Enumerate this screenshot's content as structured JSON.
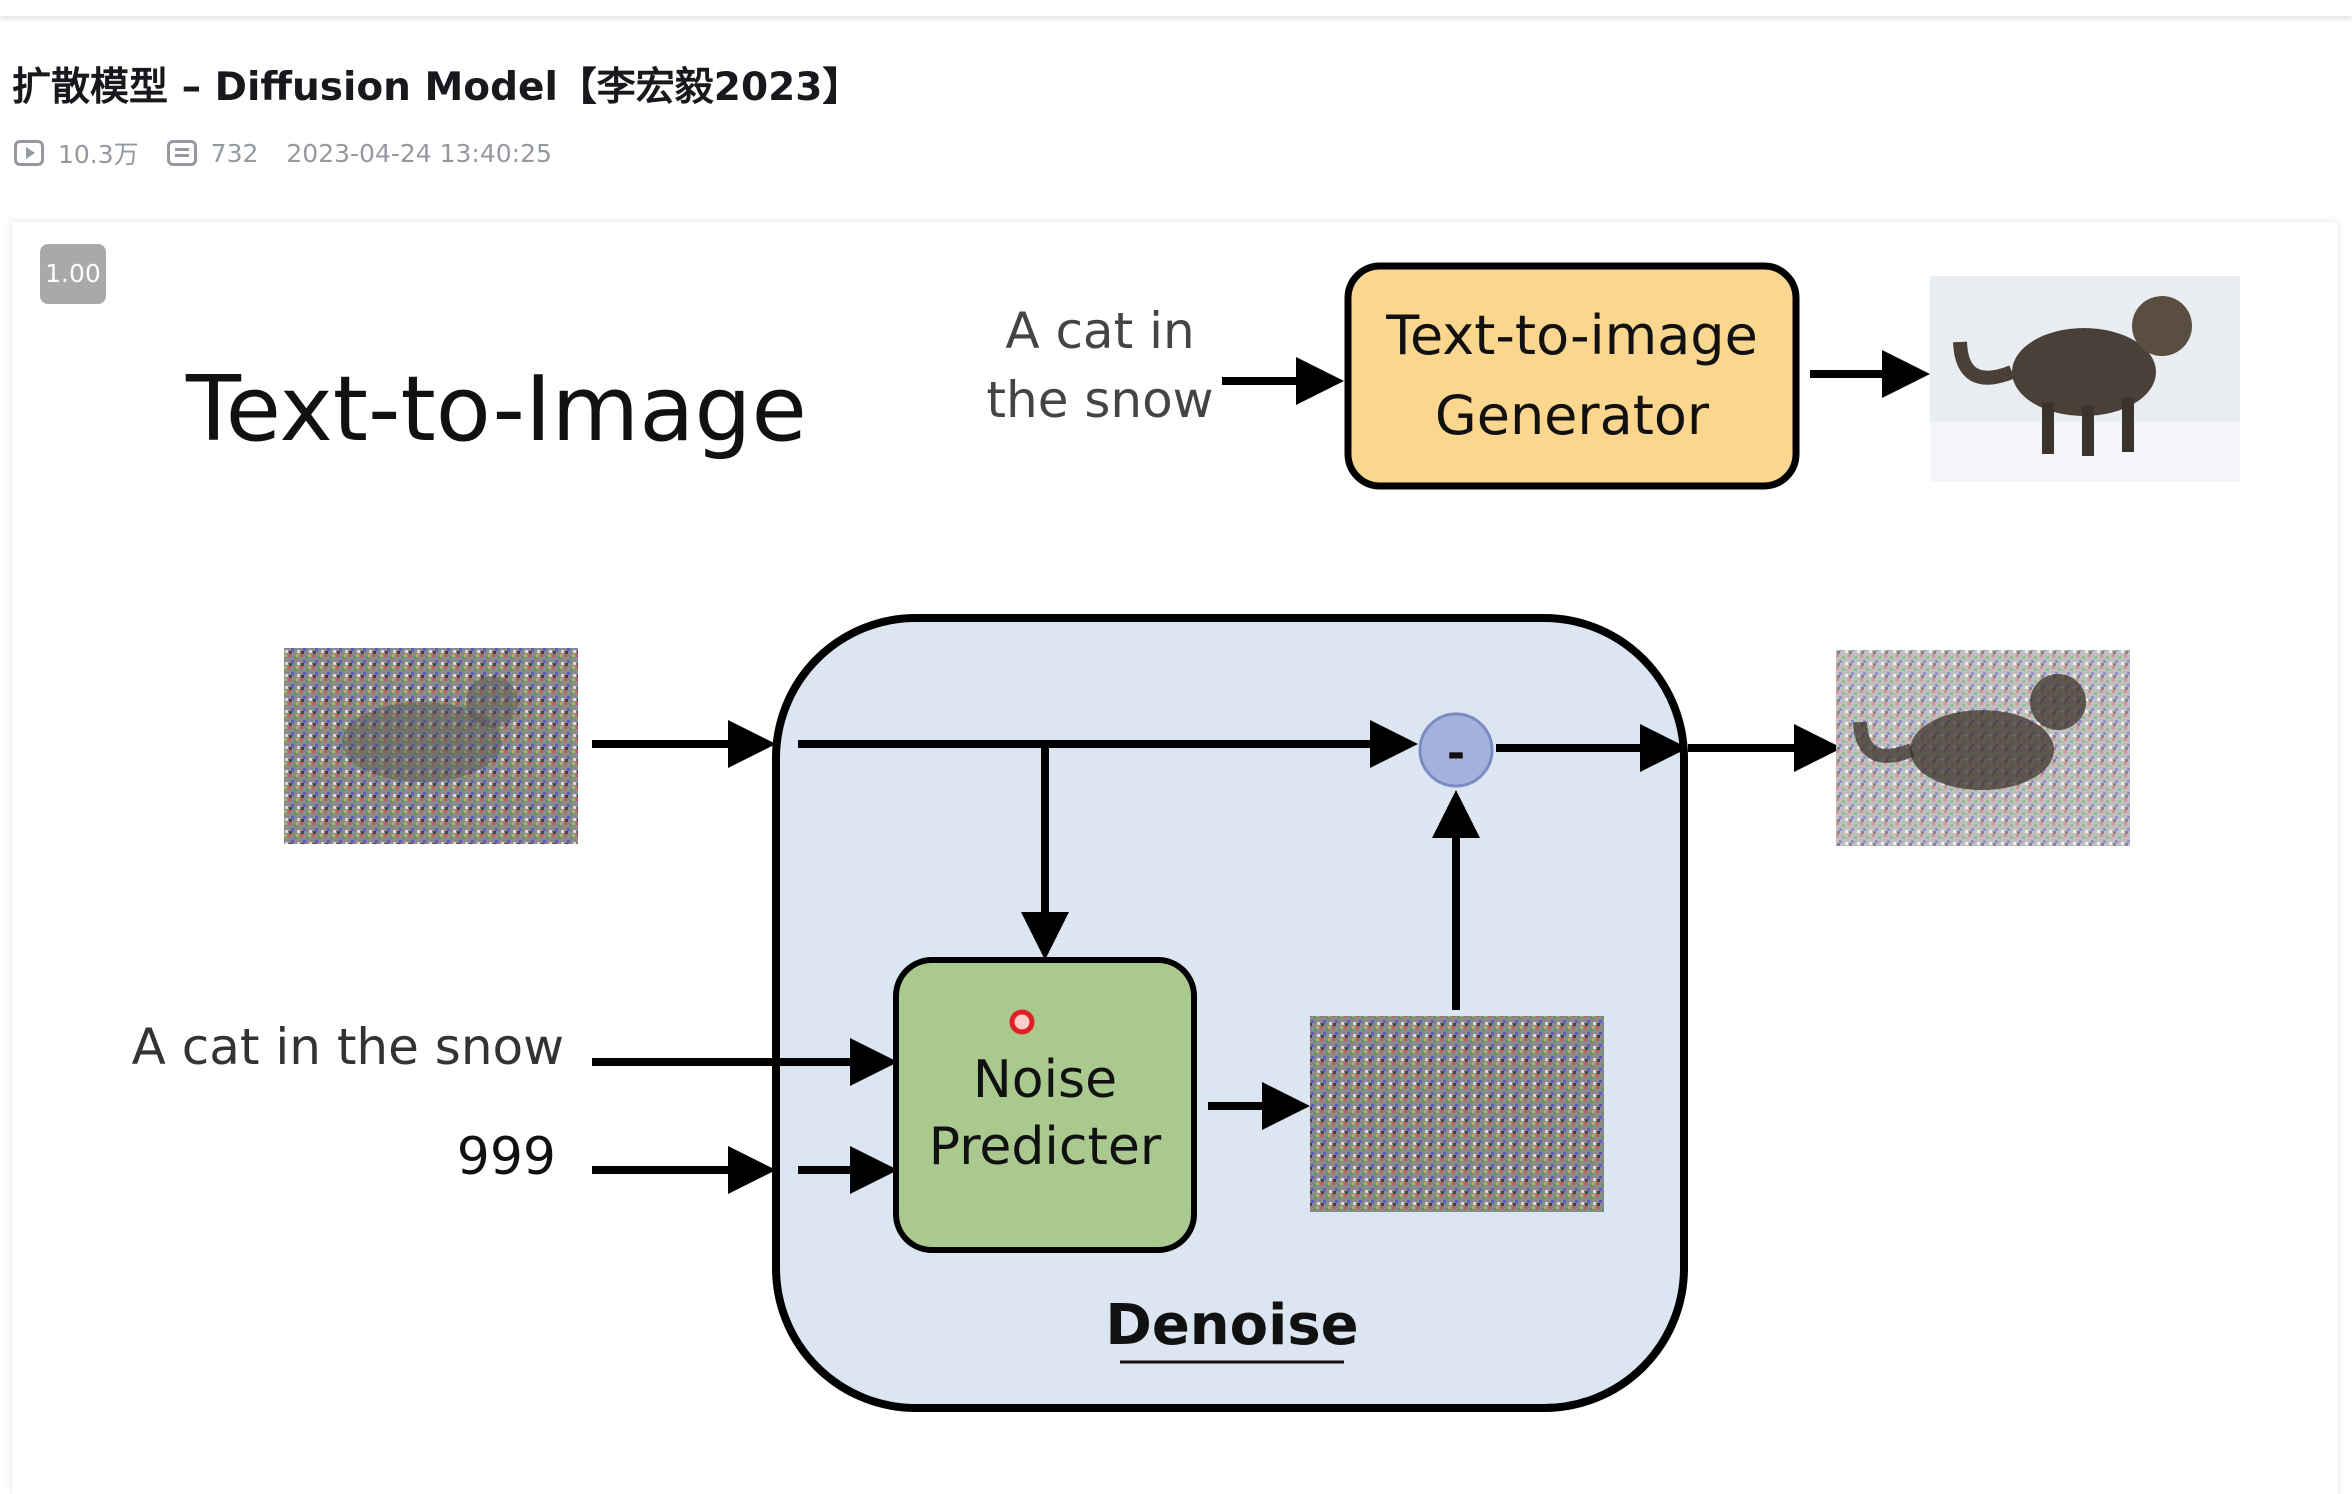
{
  "video": {
    "title": "扩散模型 – Diffusion Model【李宏毅2023】",
    "views": "10.3万",
    "danmaku": "732",
    "date": "2023-04-24 13:40:25"
  },
  "player": {
    "speed_badge": "1.00"
  },
  "slide": {
    "heading": "Text-to-Image",
    "prompt_line1": "A cat in",
    "prompt_line2": "the snow",
    "generator_line1": "Text-to-image",
    "generator_line2": "Generator",
    "input_text": "A cat in the snow",
    "step_number": "999",
    "noise_line1": "Noise",
    "noise_line2": "Predicter",
    "minus_sign": "-",
    "denoise_label": "Denoise"
  },
  "colors": {
    "generator_fill": "#fad68e",
    "noise_predictor_fill": "#a9c98e",
    "denoise_fill": "#dce6f2",
    "minus_fill": "#a4b3dd"
  }
}
